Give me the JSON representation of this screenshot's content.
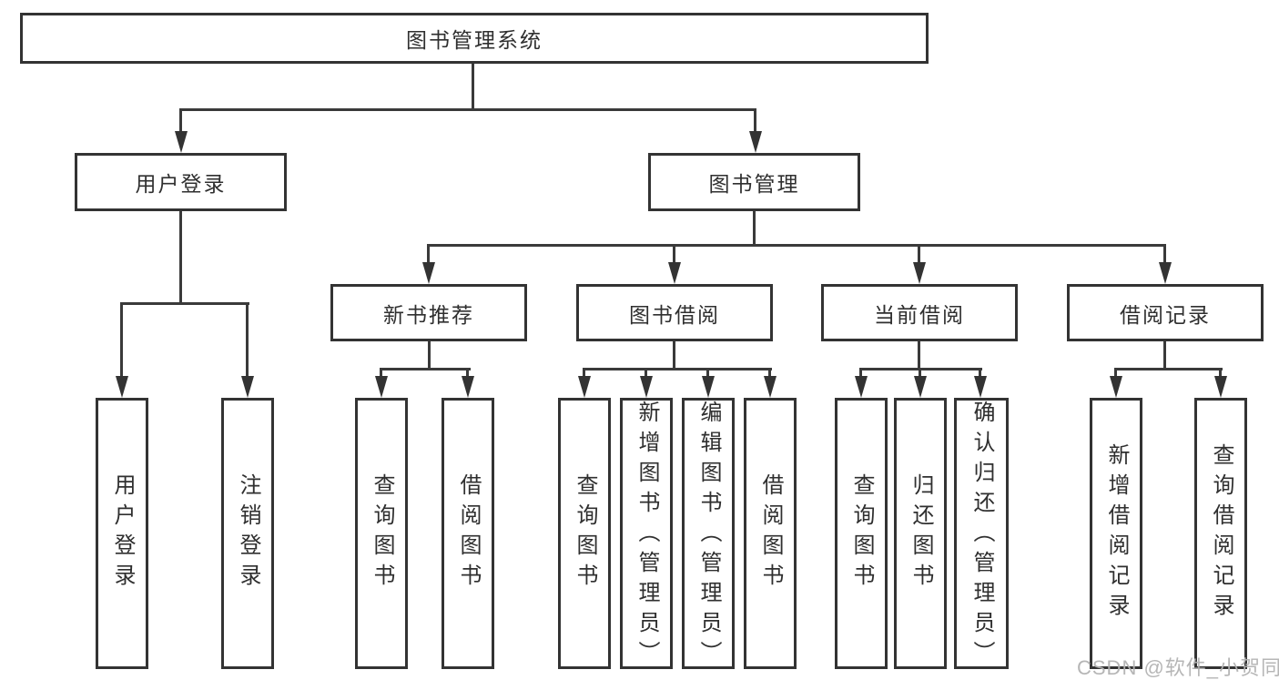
{
  "diagram": {
    "root": {
      "label": "图书管理系统"
    },
    "level2": [
      {
        "label": "用户登录"
      },
      {
        "label": "图书管理"
      }
    ],
    "level3": [
      {
        "label": "新书推荐"
      },
      {
        "label": "图书借阅"
      },
      {
        "label": "当前借阅"
      },
      {
        "label": "借阅记录"
      }
    ],
    "leaves": {
      "user_login": [
        "用户登录",
        "注销登录"
      ],
      "new_books": [
        "查询图书",
        "借阅图书"
      ],
      "book_borrow": [
        "查询图书",
        "新增图书（管理员）",
        "编辑图书（管理员）",
        "借阅图书"
      ],
      "current_borrow": [
        "查询图书",
        "归还图书",
        "确认归还（管理员）"
      ],
      "borrow_records": [
        "新增借阅记录",
        "查询借阅记录"
      ]
    }
  },
  "watermark": "CSDN @软件_小贺同学",
  "colors": {
    "line": "#3a3a3a",
    "border": "#333333",
    "text": "#2f2f2f",
    "watermark": "#b2b2b2",
    "background": "#ffffff"
  }
}
